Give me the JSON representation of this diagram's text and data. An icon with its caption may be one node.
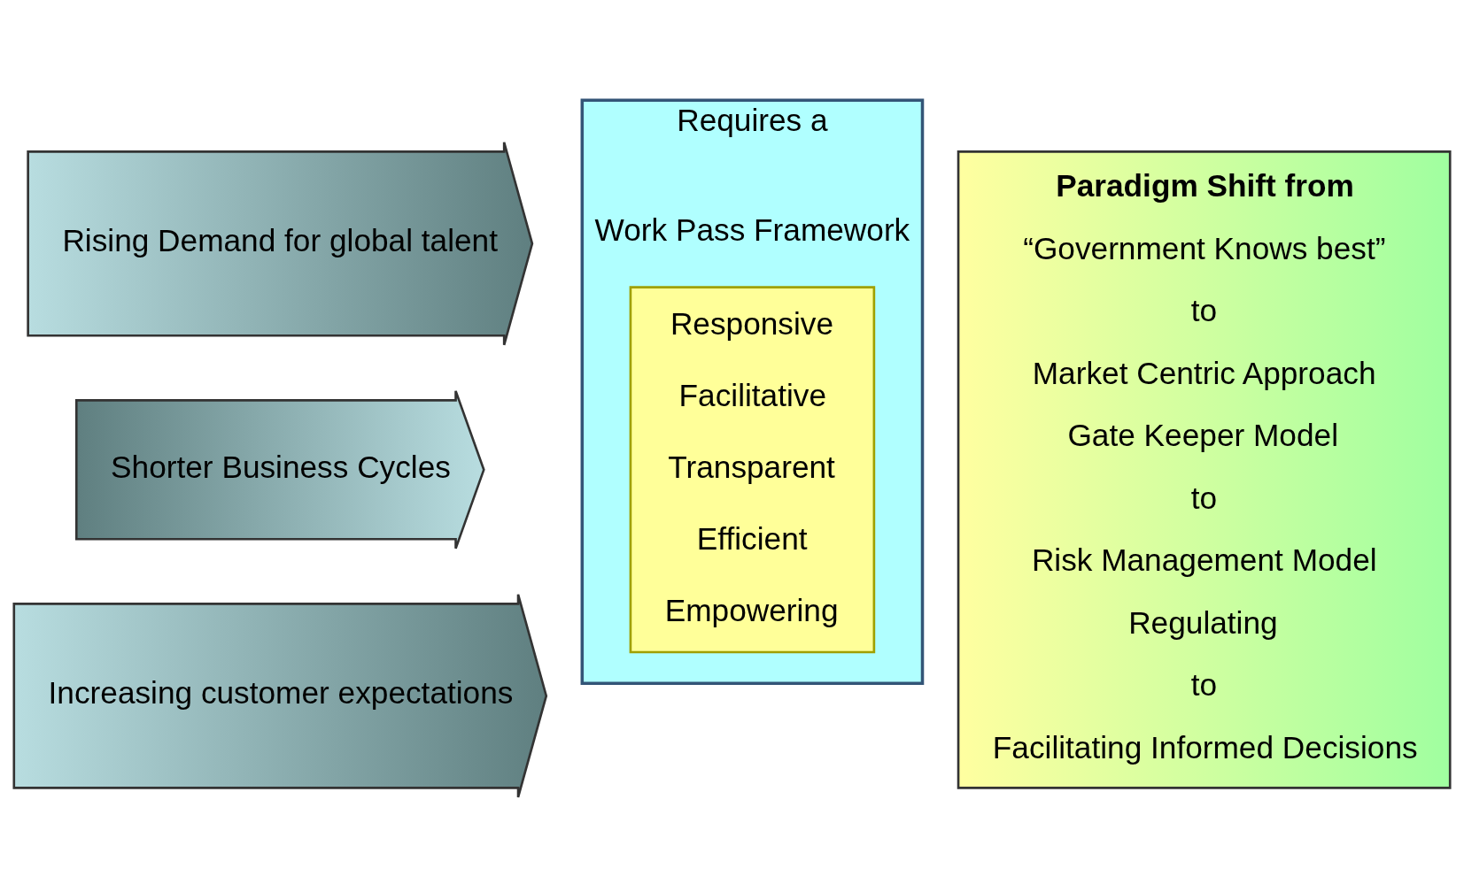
{
  "diagram": {
    "nodes": [
      {
        "text": [
          "Rising Demand for global talent"
        ]
      },
      {
        "text": [
          "Shorter Business Cycles"
        ]
      },
      {
        "text": [
          "Increasing customer expectations"
        ]
      },
      {
        "text": [
          "Requires a",
          "Work Pass Framework"
        ]
      },
      {
        "text": [
          "Responsive",
          "Facilitative",
          "Transparent",
          "Efficient",
          "Empowering"
        ],
        "in": 3
      },
      {
        "text": [
          "Paradigm Shift from",
          "“Government Knows best”",
          "to",
          "Market Centric Approach",
          "Gate Keeper Model",
          "to",
          "Risk Management Model",
          "Regulating",
          "to",
          "Facilitating Informed Decisions"
        ]
      }
    ]
  }
}
